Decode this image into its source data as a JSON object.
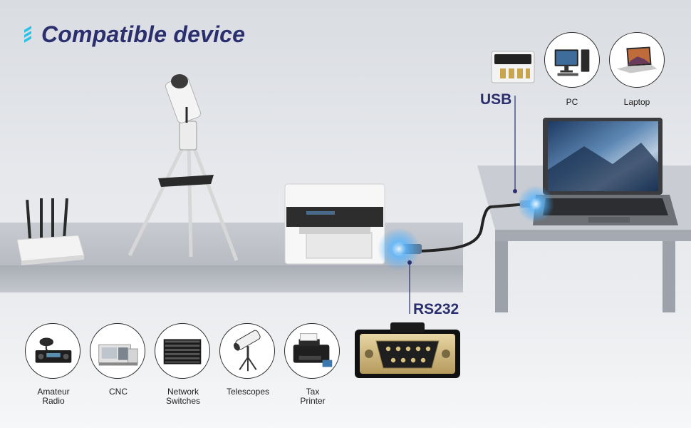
{
  "title": "Compatible device",
  "connectors": {
    "usb_label": "USB",
    "rs232_label": "RS232"
  },
  "host_devices": [
    {
      "label": "PC",
      "icon": "pc-icon"
    },
    {
      "label": "Laptop",
      "icon": "laptop-icon"
    }
  ],
  "compatible_devices": [
    {
      "label_line1": "Amateur",
      "label_line2": "Radio",
      "icon": "amateur-radio-icon"
    },
    {
      "label_line1": "CNC",
      "label_line2": "",
      "icon": "cnc-machine-icon"
    },
    {
      "label_line1": "Network",
      "label_line2": "Switches",
      "icon": "network-switch-icon"
    },
    {
      "label_line1": "Telescopes",
      "label_line2": "",
      "icon": "telescope-icon"
    },
    {
      "label_line1": "Tax",
      "label_line2": "Printer",
      "icon": "tax-printer-icon"
    }
  ],
  "colors": {
    "title": "#2b2f6e",
    "accent": "#28c3e6",
    "glow": "#3fa9ff"
  }
}
